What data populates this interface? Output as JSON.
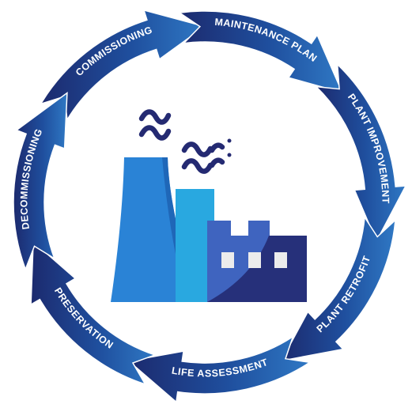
{
  "stages": [
    {
      "label": "COMMISSIONING"
    },
    {
      "label": "MAINTENANCE PLAN"
    },
    {
      "label": "PLANT IMPROVEMENT"
    },
    {
      "label": "PLANT RETROFIT"
    },
    {
      "label": "LIFE ASSESSMENT"
    },
    {
      "label": "PRESERVATION"
    },
    {
      "label": "DECOMMISSIONING"
    }
  ],
  "colors": {
    "arrow_dark": "#1c2a6e",
    "arrow_mid": "#1f4f9e",
    "arrow_light": "#2f78c4",
    "cooling_tower": "#2a83d6",
    "cooling_tower_shadow": "#1f67b8",
    "chimney": "#29a8e0",
    "factory_front": "#3f64bf",
    "factory_dark": "#242a72",
    "window": "#ececec",
    "smoke": "#242a72"
  },
  "icons": {
    "center": "factory-icon",
    "smoke": "smoke-icon",
    "cycle": "cycle-arrows-icon"
  }
}
